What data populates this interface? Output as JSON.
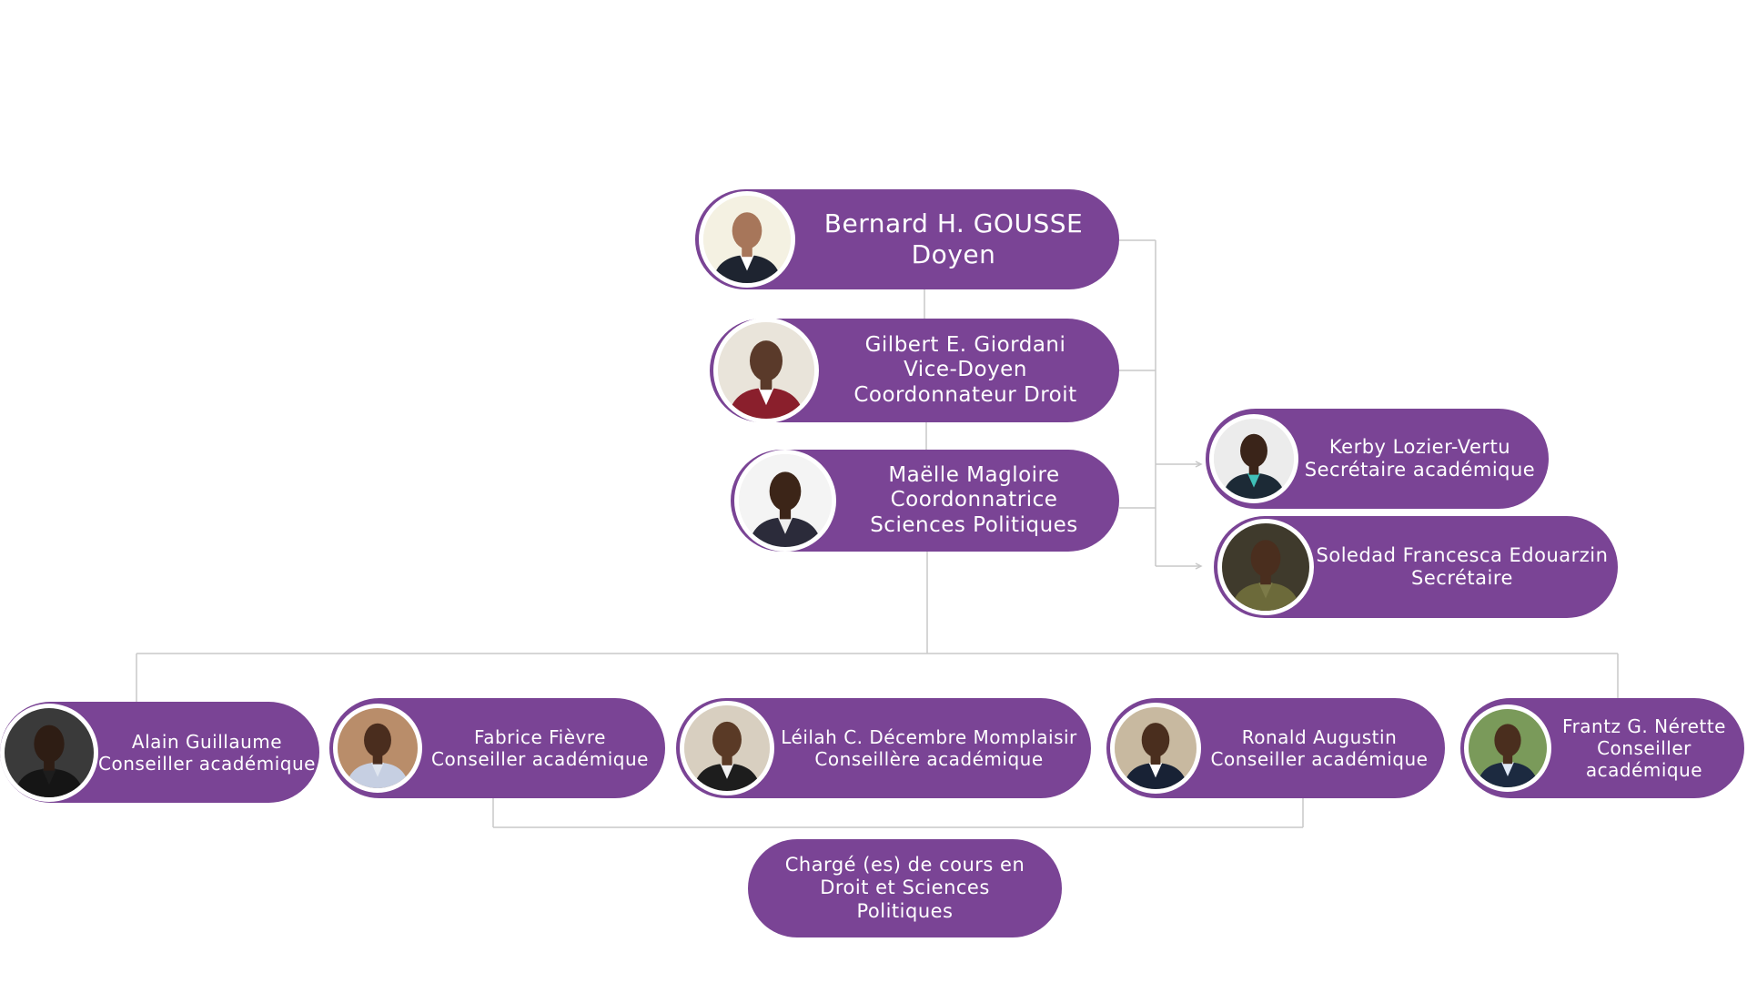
{
  "colors": {
    "node": "#7a4495",
    "connector": "#c8c8c8",
    "text": "#ffffff"
  },
  "nodes": {
    "doyen": {
      "lines": [
        "Bernard H. GOUSSE",
        "Doyen"
      ],
      "icon": "person-photo-icon"
    },
    "vice_doyen": {
      "lines": [
        "Gilbert E. Giordani",
        "Vice-Doyen",
        "Coordonnateur Droit"
      ],
      "icon": "person-photo-icon"
    },
    "coord_sp": {
      "lines": [
        "Maëlle Magloire",
        "Coordonnatrice",
        "Sciences Politiques"
      ],
      "icon": "person-photo-icon"
    },
    "sec_academique": {
      "lines": [
        "Kerby Lozier-Vertu",
        "Secrétaire académique"
      ],
      "icon": "person-photo-icon"
    },
    "secretaire": {
      "lines": [
        "Soledad Francesca Edouarzin",
        "Secrétaire"
      ],
      "icon": "person-photo-icon"
    },
    "conseillers": [
      {
        "lines": [
          "Alain Guillaume",
          "Conseiller académique"
        ],
        "icon": "person-photo-icon"
      },
      {
        "lines": [
          "Fabrice Fièvre",
          "Conseiller académique"
        ],
        "icon": "person-photo-icon"
      },
      {
        "lines": [
          "Léilah C. Décembre Momplaisir",
          "Conseillère académique"
        ],
        "icon": "person-photo-icon"
      },
      {
        "lines": [
          "Ronald Augustin",
          "Conseiller académique"
        ],
        "icon": "person-photo-icon"
      },
      {
        "lines": [
          "Frantz G. Nérette",
          "Conseiller",
          "académique"
        ],
        "icon": "person-photo-icon"
      }
    ],
    "charges": {
      "lines": [
        "Chargé (es) de cours en",
        "Droit et Sciences",
        "Politiques"
      ]
    }
  }
}
